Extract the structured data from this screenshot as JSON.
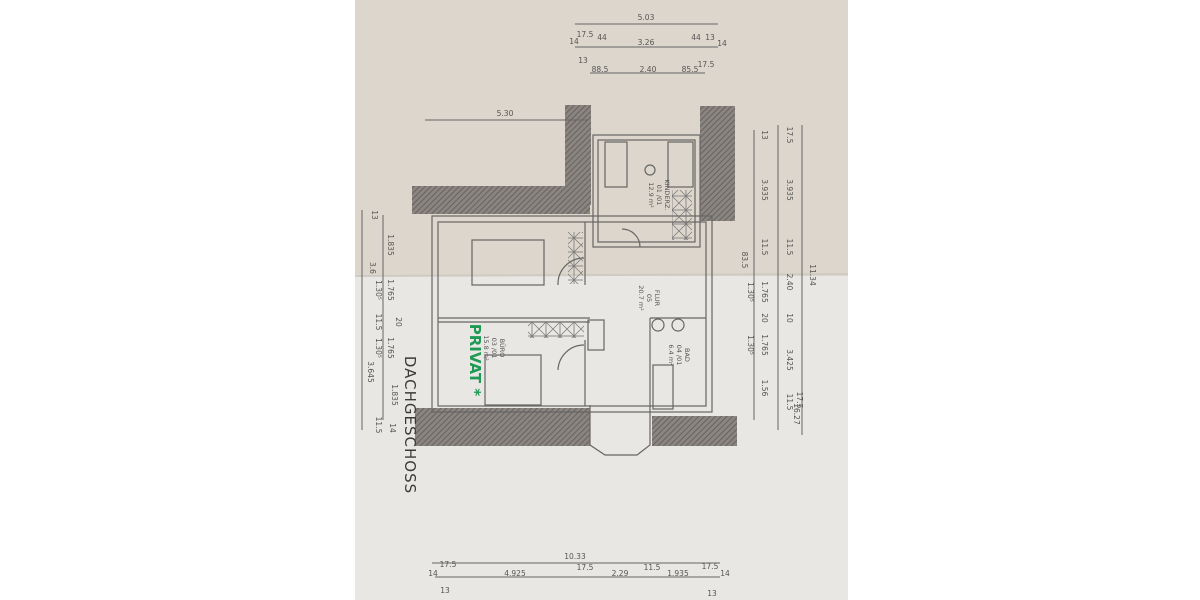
{
  "drawing": {
    "title": "DACHGESCHOSS",
    "handwritten_note": "PRIVAT *",
    "handwriting_color": "#1f9a55",
    "rooms": [
      {
        "name": "KINDERZ.",
        "number": "01 /01",
        "area": "12.9 m²"
      },
      {
        "name": "FLUR",
        "number": "05",
        "area": "20.7 m²"
      },
      {
        "name": "BÜRO",
        "number": "03 /01",
        "area": "15.8 m²"
      },
      {
        "name": "BAD",
        "number": "04 /01",
        "area": "6.4 m²"
      }
    ]
  },
  "dimensions": {
    "top": [
      "5.03",
      "14",
      "17.5",
      "44",
      "3.26",
      "44",
      "13",
      "14",
      "13",
      "88.5",
      "2.40",
      "85.5",
      "17.5"
    ],
    "upper_left": [
      "5.30"
    ],
    "bottom": [
      "10.33",
      "17.5",
      "14",
      "13",
      "4.925",
      "17.5",
      "2.29",
      "11.5",
      "1.935",
      "17.5",
      "14",
      "13"
    ],
    "right": [
      "13",
      "17.5",
      "3.935",
      "3.935",
      "11.5",
      "11.5",
      "83.5",
      "2.40",
      "11.34",
      "1.765",
      "1.30⁵",
      "20",
      "10",
      "1.765",
      "1.30⁵",
      "3.425",
      "1.56",
      "11.5",
      "17.5",
      "16.27"
    ],
    "left": [
      "13",
      "1.835",
      "3.6",
      "1.765",
      "1.30⁵",
      "20",
      "11.5",
      "1.765",
      "1.30⁵",
      "3.645",
      "1.835",
      "11.5",
      "14"
    ]
  }
}
